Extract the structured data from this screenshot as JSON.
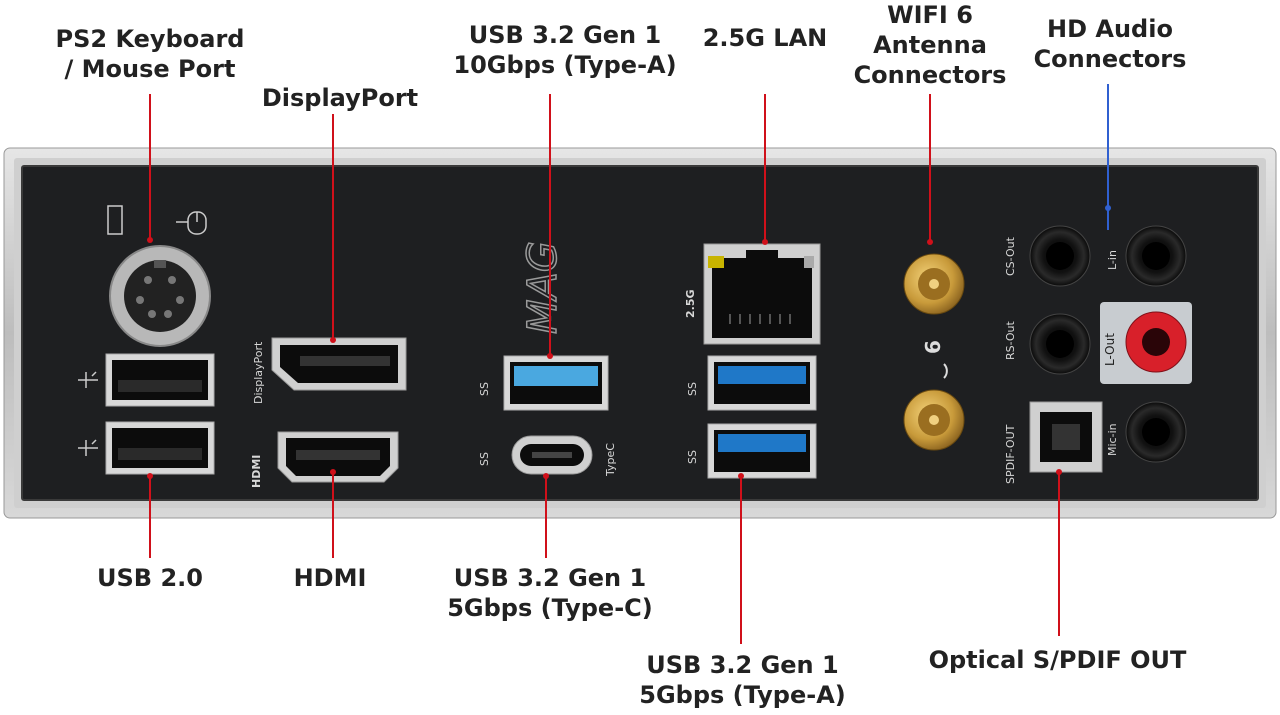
{
  "labels": {
    "ps2_line1": "PS2 Keyboard",
    "ps2_line2": "/ Mouse Port",
    "displayport": "DisplayPort",
    "usb32_10g_line1": "USB 3.2 Gen 1",
    "usb32_10g_line2": "10Gbps (Type-A)",
    "lan": "2.5G LAN",
    "wifi_line1": "WIFI 6",
    "wifi_line2": "Antenna",
    "wifi_line3": "Connectors",
    "audio_line1": "HD Audio",
    "audio_line2": "Connectors",
    "usb20": "USB 2.0",
    "hdmi": "HDMI",
    "usbc_line1": "USB 3.2 Gen 1",
    "usbc_line2": "5Gbps (Type-C)",
    "usba5_line1": "USB 3.2 Gen 1",
    "usba5_line2": "5Gbps (Type-A)",
    "spdif": "Optical S/PDIF OUT"
  },
  "panel_text": {
    "displayport_vertical": "DisplayPort",
    "hdmi_logo": "HDMI",
    "ss_a": "SS",
    "ss_b": "SS",
    "ss_c": "SS",
    "ss_d": "SS",
    "typec": "TypeC",
    "lan_speed": "2.5G",
    "brand": "MAG",
    "wifi_badge": "6",
    "cs_out": "CS-Out",
    "rs_out": "RS-Out",
    "spdif_out": "SPDIF-OUT",
    "l_in": "L-in",
    "l_out": "L-Out",
    "mic_in": "Mic-in"
  },
  "colors": {
    "leader": "#d0101a",
    "panel": "#1e1f21",
    "usb3_blue": "#1f78c8",
    "usb_10g_blue": "#4aa8e0",
    "audio_red": "#d8202a",
    "gold": "#c89a3a"
  }
}
